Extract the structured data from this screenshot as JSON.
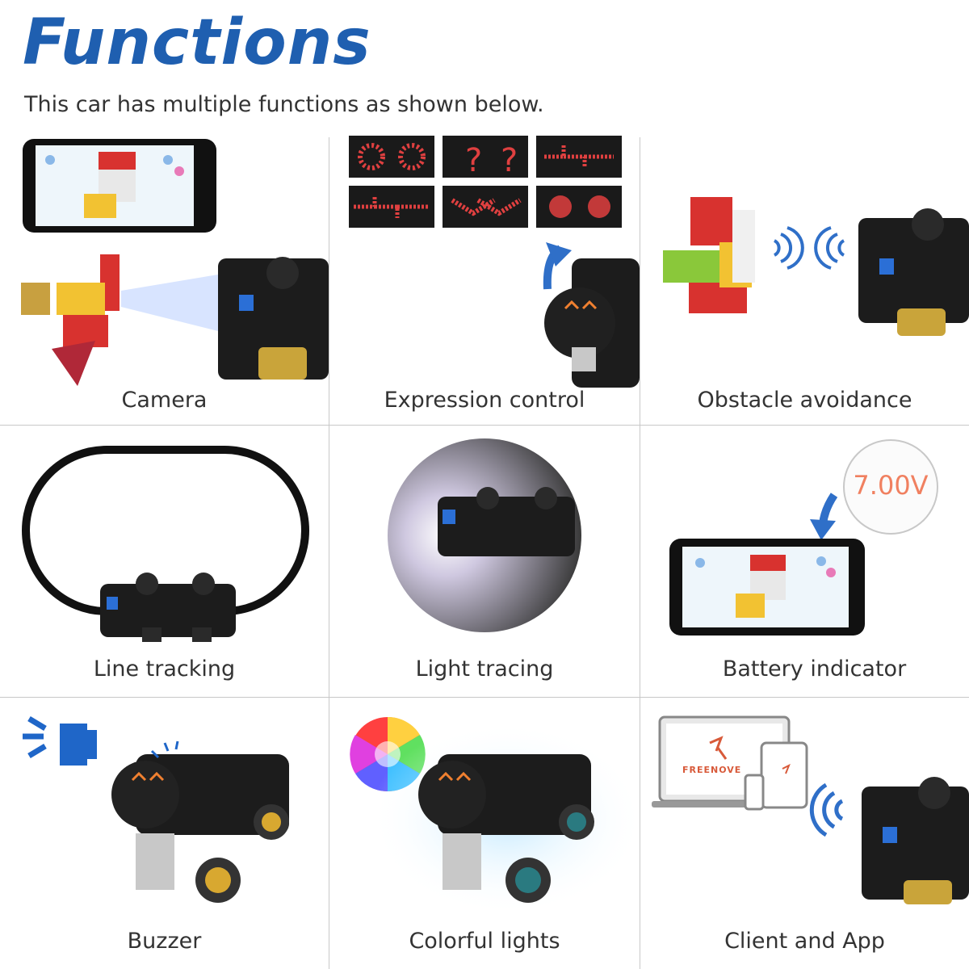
{
  "header": {
    "title": "Functions",
    "subtitle": "This car has multiple functions as shown below."
  },
  "cells": [
    {
      "label": "Camera",
      "icon": "camera-scene"
    },
    {
      "label": "Expression control",
      "icon": "led-matrix"
    },
    {
      "label": "Obstacle avoidance",
      "icon": "ultrasonic-waves"
    },
    {
      "label": "Line tracking",
      "icon": "track-loop"
    },
    {
      "label": "Light tracing",
      "icon": "light-spot"
    },
    {
      "label": "Battery indicator",
      "icon": "phone-voltage",
      "voltage": "7.00V"
    },
    {
      "label": "Buzzer",
      "icon": "speaker-icon"
    },
    {
      "label": "Colorful lights",
      "icon": "color-wheel"
    },
    {
      "label": "Client and App",
      "icon": "devices-wifi",
      "brand": "FREENOVE"
    }
  ],
  "colors": {
    "title": "#1f5fb0",
    "accent_blue": "#2f6fc8",
    "led_red": "#e04040",
    "voltage_text": "#f08060"
  }
}
